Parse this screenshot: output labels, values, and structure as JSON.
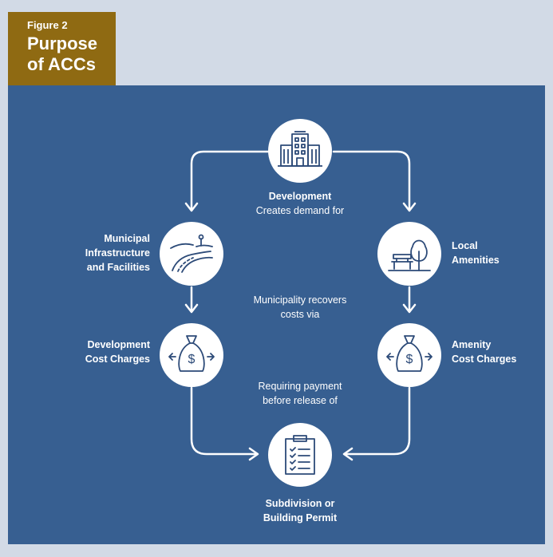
{
  "figure": {
    "label": "Figure 2",
    "title_line1": "Purpose",
    "title_line2": "of ACCs"
  },
  "nodes": {
    "development": {
      "title": "Development",
      "subtitle": "Creates demand for"
    },
    "municipal": {
      "line1": "Municipal",
      "line2": "Infrastructure",
      "line3": "and Facilities"
    },
    "amenities": {
      "line1": "Local",
      "line2": "Amenities"
    },
    "dcc": {
      "line1": "Development",
      "line2": "Cost Charges"
    },
    "acc": {
      "line1": "Amenity",
      "line2": "Cost Charges"
    },
    "permit": {
      "line1": "Subdivision or",
      "line2": "Building Permit"
    }
  },
  "middle": {
    "recovers_line1": "Municipality recovers",
    "recovers_line2": "costs via",
    "requiring_line1": "Requiring payment",
    "requiring_line2": "before release of"
  },
  "colors": {
    "panel": "#375f91",
    "tag": "#8f6a12",
    "icon": "#2c4a78",
    "background": "#d2dae6"
  }
}
